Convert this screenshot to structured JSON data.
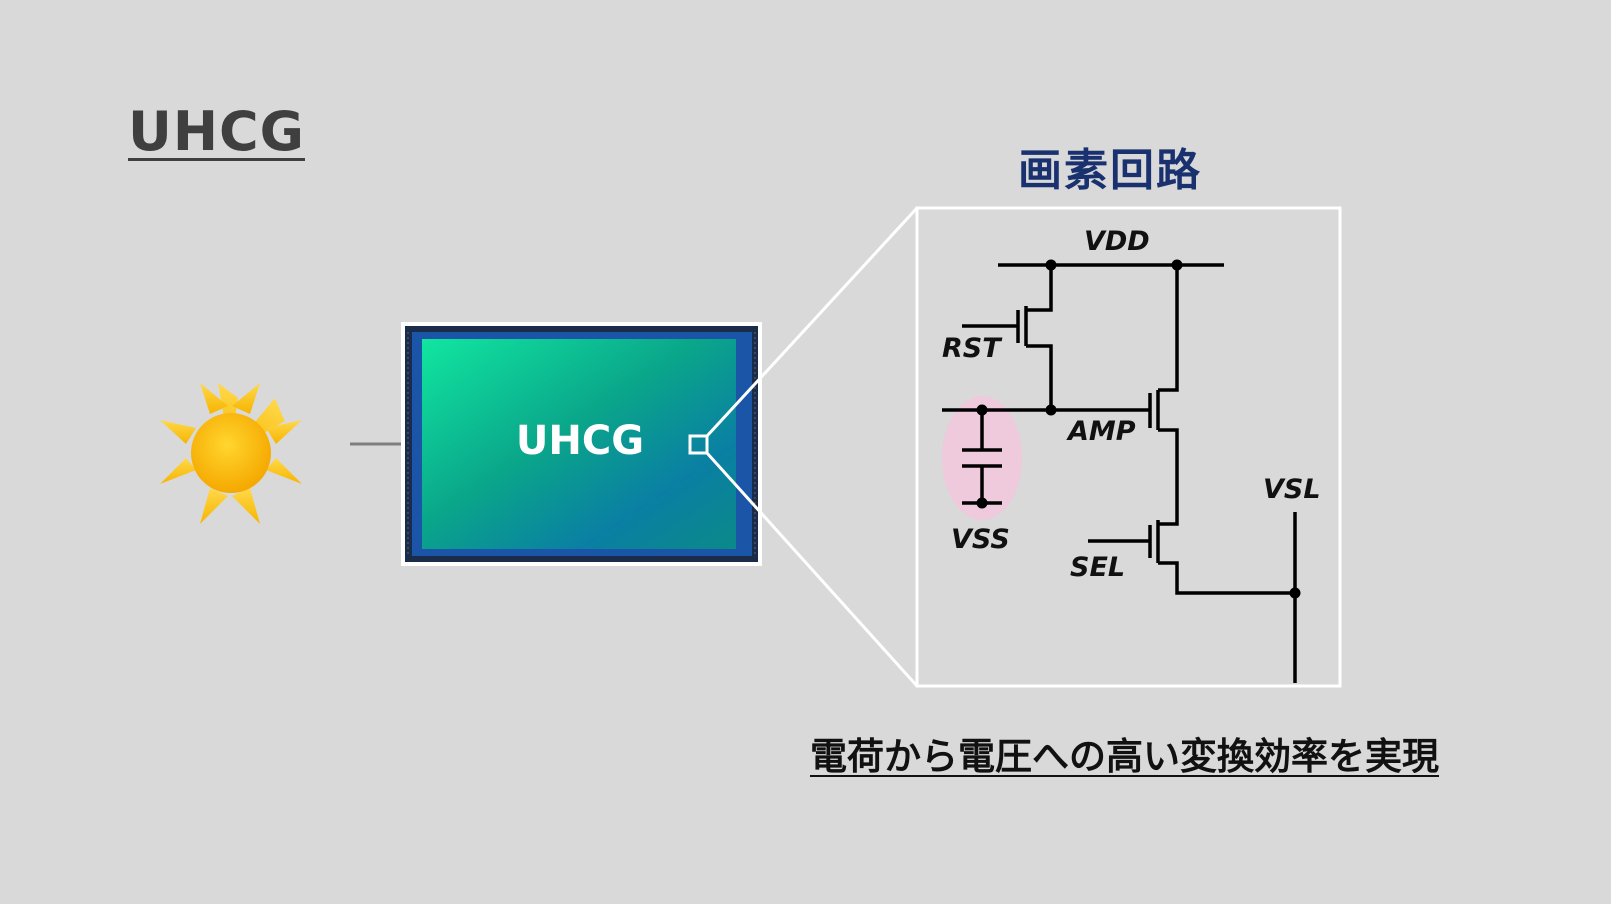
{
  "title": "UHCG",
  "sensor": {
    "label": "UHCG"
  },
  "circuit": {
    "title": "画素回路",
    "labels": {
      "vdd": "VDD",
      "rst": "RST",
      "amp": "AMP",
      "vss": "VSS",
      "sel": "SEL",
      "vsl": "VSL"
    }
  },
  "caption": "電荷から電圧への高い変換効率を実現",
  "colors": {
    "background": "#d9d9d9",
    "title_text": "#3f3f3f",
    "circuit_title": "#1a3170",
    "sun": "#f7b500",
    "sensor_gradient_start": "#10d9a0",
    "sensor_gradient_end": "#0a6fb0",
    "capacitor_highlight": "#f2c6dc"
  },
  "icons": {
    "sun": "sun-icon"
  }
}
